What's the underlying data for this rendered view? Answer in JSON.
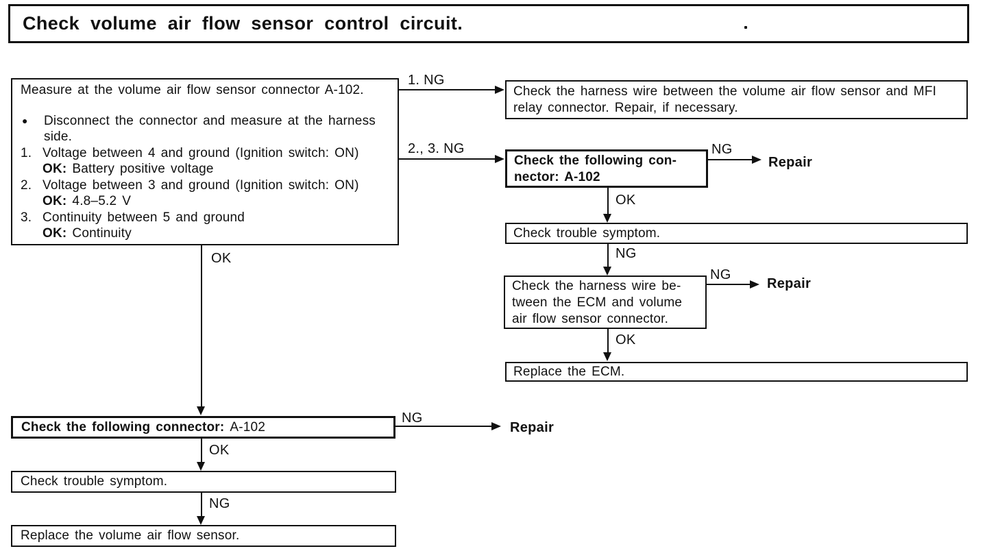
{
  "title": "Check volume air flow sensor control circuit.",
  "colors": {
    "ink": "#111111",
    "background": "#ffffff"
  },
  "labels": {
    "ng1": "1. NG",
    "ng23": "2., 3. NG",
    "ng": "NG",
    "ok": "OK",
    "repair": "Repair"
  },
  "nodes": {
    "measure": {
      "intro": "Measure at the volume air flow sensor connector A-102.",
      "bullet_char": "●",
      "bullet_text": "Disconnect the connector and measure at the harness side.",
      "steps": [
        {
          "num": "1.",
          "text": "Voltage between 4 and ground (Ignition switch: ON)",
          "ok_label": "OK:",
          "ok_value": "Battery positive voltage"
        },
        {
          "num": "2.",
          "text": "Voltage between 3 and ground (Ignition switch: ON)",
          "ok_label": "OK:",
          "ok_value": "4.8–5.2 V"
        },
        {
          "num": "3.",
          "text": "Continuity between 5 and ground",
          "ok_label": "OK:",
          "ok_value": "Continuity"
        }
      ]
    },
    "harness_mfi": {
      "lines": [
        "Check the harness wire between the volume air flow sensor and MFI",
        "relay connector. Repair, if necessary."
      ]
    },
    "connector_right": {
      "lines": [
        "Check the following con-",
        "nector: A-102"
      ]
    },
    "symptom_right": {
      "text": "Check trouble symptom."
    },
    "harness_ecm": {
      "lines": [
        "Check the harness wire be-",
        "tween the ECM and volume",
        "air flow sensor connector."
      ]
    },
    "replace_ecm": {
      "text": "Replace the ECM."
    },
    "connector_left": {
      "label": "Check the following connector:",
      "value": "A-102"
    },
    "symptom_left": {
      "text": "Check trouble symptom."
    },
    "replace_sensor": {
      "text": "Replace the volume air flow sensor."
    }
  }
}
